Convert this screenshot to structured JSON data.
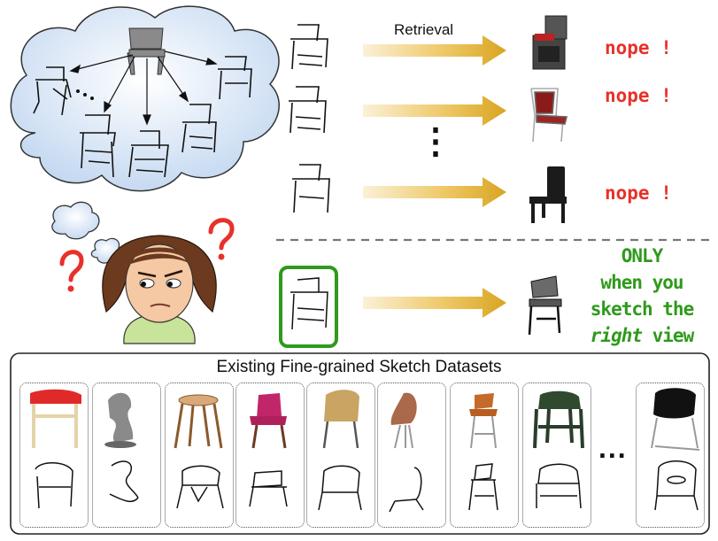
{
  "retrieval_label": "Retrieval",
  "nope_labels": [
    "nope !",
    "nope !",
    "nope !"
  ],
  "only_text": {
    "line1": "ONLY",
    "line2": "when you",
    "line3": "sketch the",
    "line4_italic": "right",
    "line4_rest": " view"
  },
  "datasets_title": "Existing Fine-grained Sketch Datasets",
  "ellipsis_vertical": "⋮",
  "ellipsis_horizontal": "...",
  "colors": {
    "nope": "#e8312a",
    "only_green": "#2f9a1c",
    "arrow_gold": "#d9a520",
    "arrow_fade": "#fbf1d8",
    "cloud_fill": "#cfe0f5",
    "question_mark": "#e8312a",
    "face_skin": "#f4c9a3",
    "hair": "#6b3a1f",
    "shirt": "#c8e39a"
  },
  "icons": [
    "cloud-thought",
    "question-mark",
    "thinking-woman",
    "sketch-chair",
    "chair-photo"
  ]
}
